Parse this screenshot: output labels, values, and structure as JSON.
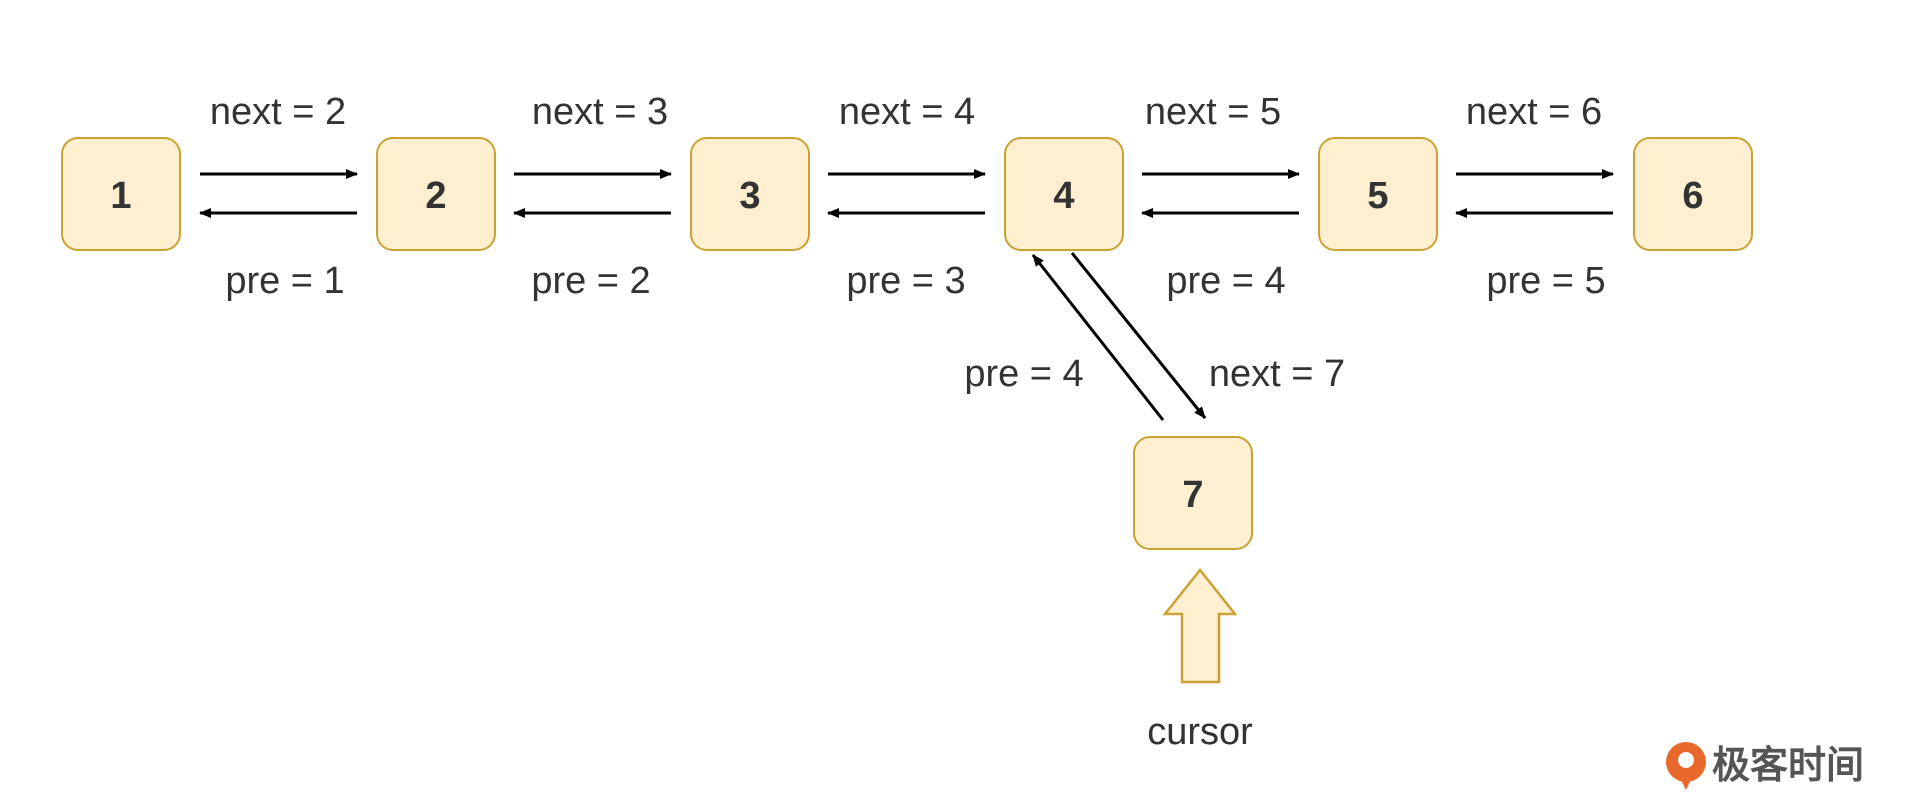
{
  "nodes": [
    {
      "id": "1",
      "label": "1"
    },
    {
      "id": "2",
      "label": "2"
    },
    {
      "id": "3",
      "label": "3"
    },
    {
      "id": "4",
      "label": "4"
    },
    {
      "id": "5",
      "label": "5"
    },
    {
      "id": "6",
      "label": "6"
    },
    {
      "id": "7",
      "label": "7"
    }
  ],
  "edges": [
    {
      "from": "1",
      "to": "2",
      "next_label": "next = 2",
      "pre_label": "pre = 1"
    },
    {
      "from": "2",
      "to": "3",
      "next_label": "next = 3",
      "pre_label": "pre = 2"
    },
    {
      "from": "3",
      "to": "4",
      "next_label": "next = 4",
      "pre_label": "pre = 3"
    },
    {
      "from": "4",
      "to": "5",
      "next_label": "next = 5",
      "pre_label": "pre = 4"
    },
    {
      "from": "5",
      "to": "6",
      "next_label": "next = 6",
      "pre_label": "pre = 5"
    }
  ],
  "branch": {
    "from": "4",
    "to": "7",
    "next_label": "next = 7",
    "pre_label": "pre = 4"
  },
  "cursor": {
    "label": "cursor",
    "points_to": "7"
  },
  "logo": {
    "text": "极客时间",
    "icon": "geektime-logo-icon"
  },
  "colors": {
    "node_fill": "#fdefd0",
    "node_stroke": "#caa233",
    "text": "#333333",
    "edge": "#000000",
    "logo_accent": "#e8692b"
  }
}
